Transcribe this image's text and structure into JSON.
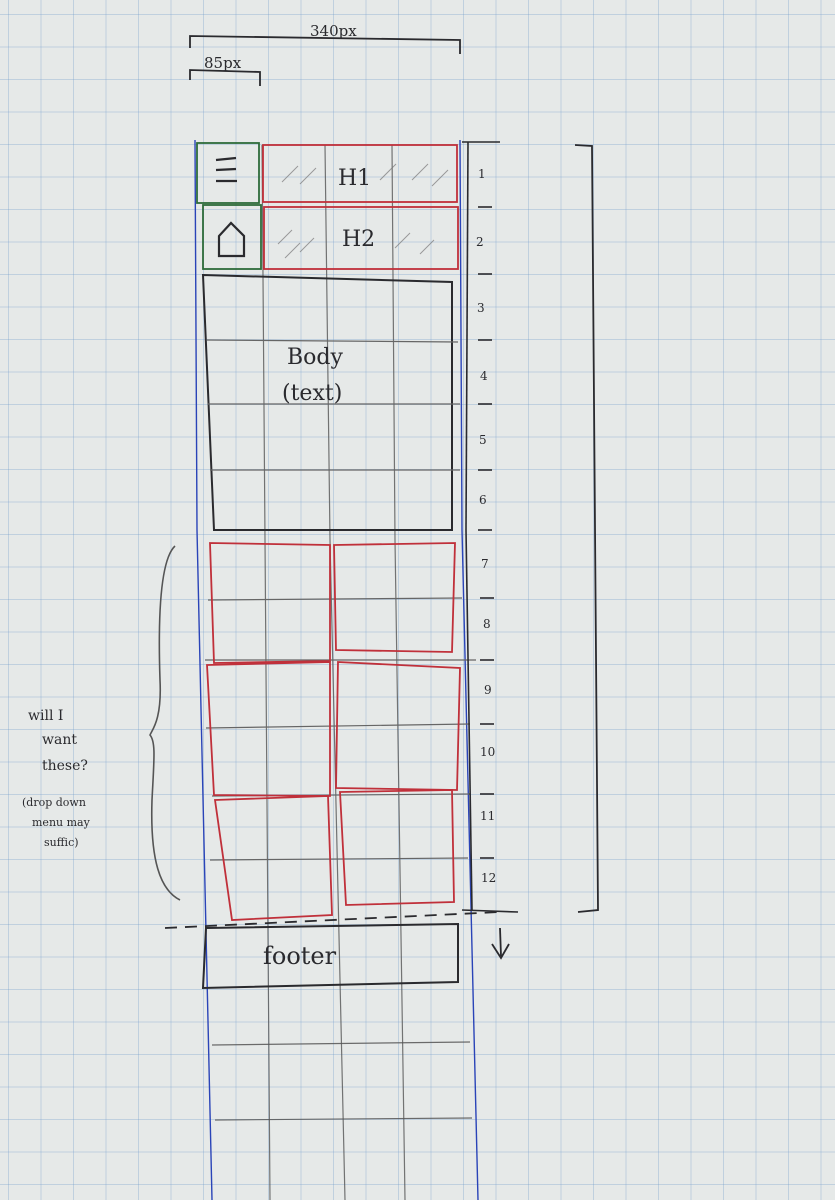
{
  "dimensions": {
    "total_width_label": "340px",
    "icon_width_label": "85px"
  },
  "header": {
    "h1_label": "H1",
    "h2_label": "H2"
  },
  "icons": {
    "menu": "hamburger-menu-icon",
    "home": "home-icon"
  },
  "body": {
    "label_line1": "Body",
    "label_line2": "(text)"
  },
  "rows": [
    "1",
    "2",
    "3",
    "4",
    "5",
    "6",
    "7",
    "8",
    "9",
    "10",
    "11",
    "12"
  ],
  "note": {
    "line1": "will I",
    "line2": "want",
    "line3": "these?",
    "line4": "(drop down",
    "line5": "menu may",
    "line6": "suffic)"
  },
  "footer": {
    "label": "footer"
  },
  "colors": {
    "pencil": "#3a3a3e",
    "red_ink": "#c0303a",
    "green_ink": "#2e6b3a",
    "blue_ink": "#2a44b8"
  }
}
